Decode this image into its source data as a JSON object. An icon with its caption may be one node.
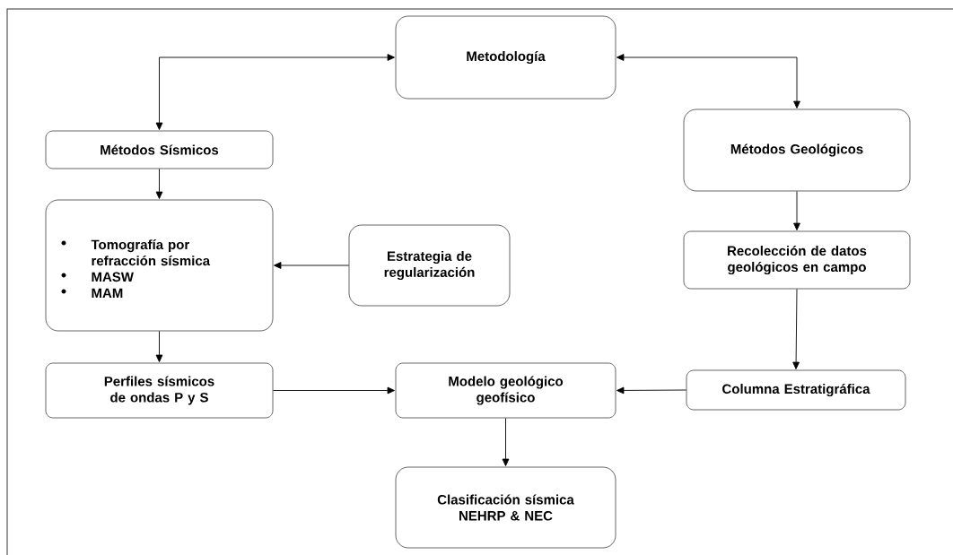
{
  "diagram": {
    "nodes": [
      {
        "text": [
          "Metodología"
        ]
      },
      {
        "text": [
          "Métodos Sísmicos"
        ]
      },
      {
        "text": [
          "Tomografía por refracción sísmica",
          "MASW",
          "MAM"
        ]
      },
      {
        "text": [
          "Estrategia de regularización"
        ]
      },
      {
        "text": [
          "Métodos Geológicos"
        ]
      },
      {
        "text": [
          "Recolección de datos geológicos en campo"
        ]
      },
      {
        "text": [
          "Perfiles sísmicos de ondas P y S"
        ]
      },
      {
        "text": [
          "Modelo geológico geofísico"
        ]
      },
      {
        "text": [
          "Columna Estratigráfica"
        ]
      },
      {
        "text": [
          "Clasificación sísmica NEHRP & NEC"
        ]
      }
    ],
    "edges": [
      {
        "from": 0,
        "to": 1,
        "arrow": "both"
      },
      {
        "from": 0,
        "to": 4,
        "arrow": "both"
      },
      {
        "from": 1,
        "to": 2,
        "arrow": "to"
      },
      {
        "from": 3,
        "to": 2,
        "arrow": "to"
      },
      {
        "from": 2,
        "to": 6,
        "arrow": "to"
      },
      {
        "from": 4,
        "to": 5,
        "arrow": "to"
      },
      {
        "from": 5,
        "to": 8,
        "arrow": "to"
      },
      {
        "from": 6,
        "to": 7,
        "arrow": "to"
      },
      {
        "from": 8,
        "to": 7,
        "arrow": "to"
      },
      {
        "from": 7,
        "to": 9,
        "arrow": "to"
      }
    ]
  }
}
